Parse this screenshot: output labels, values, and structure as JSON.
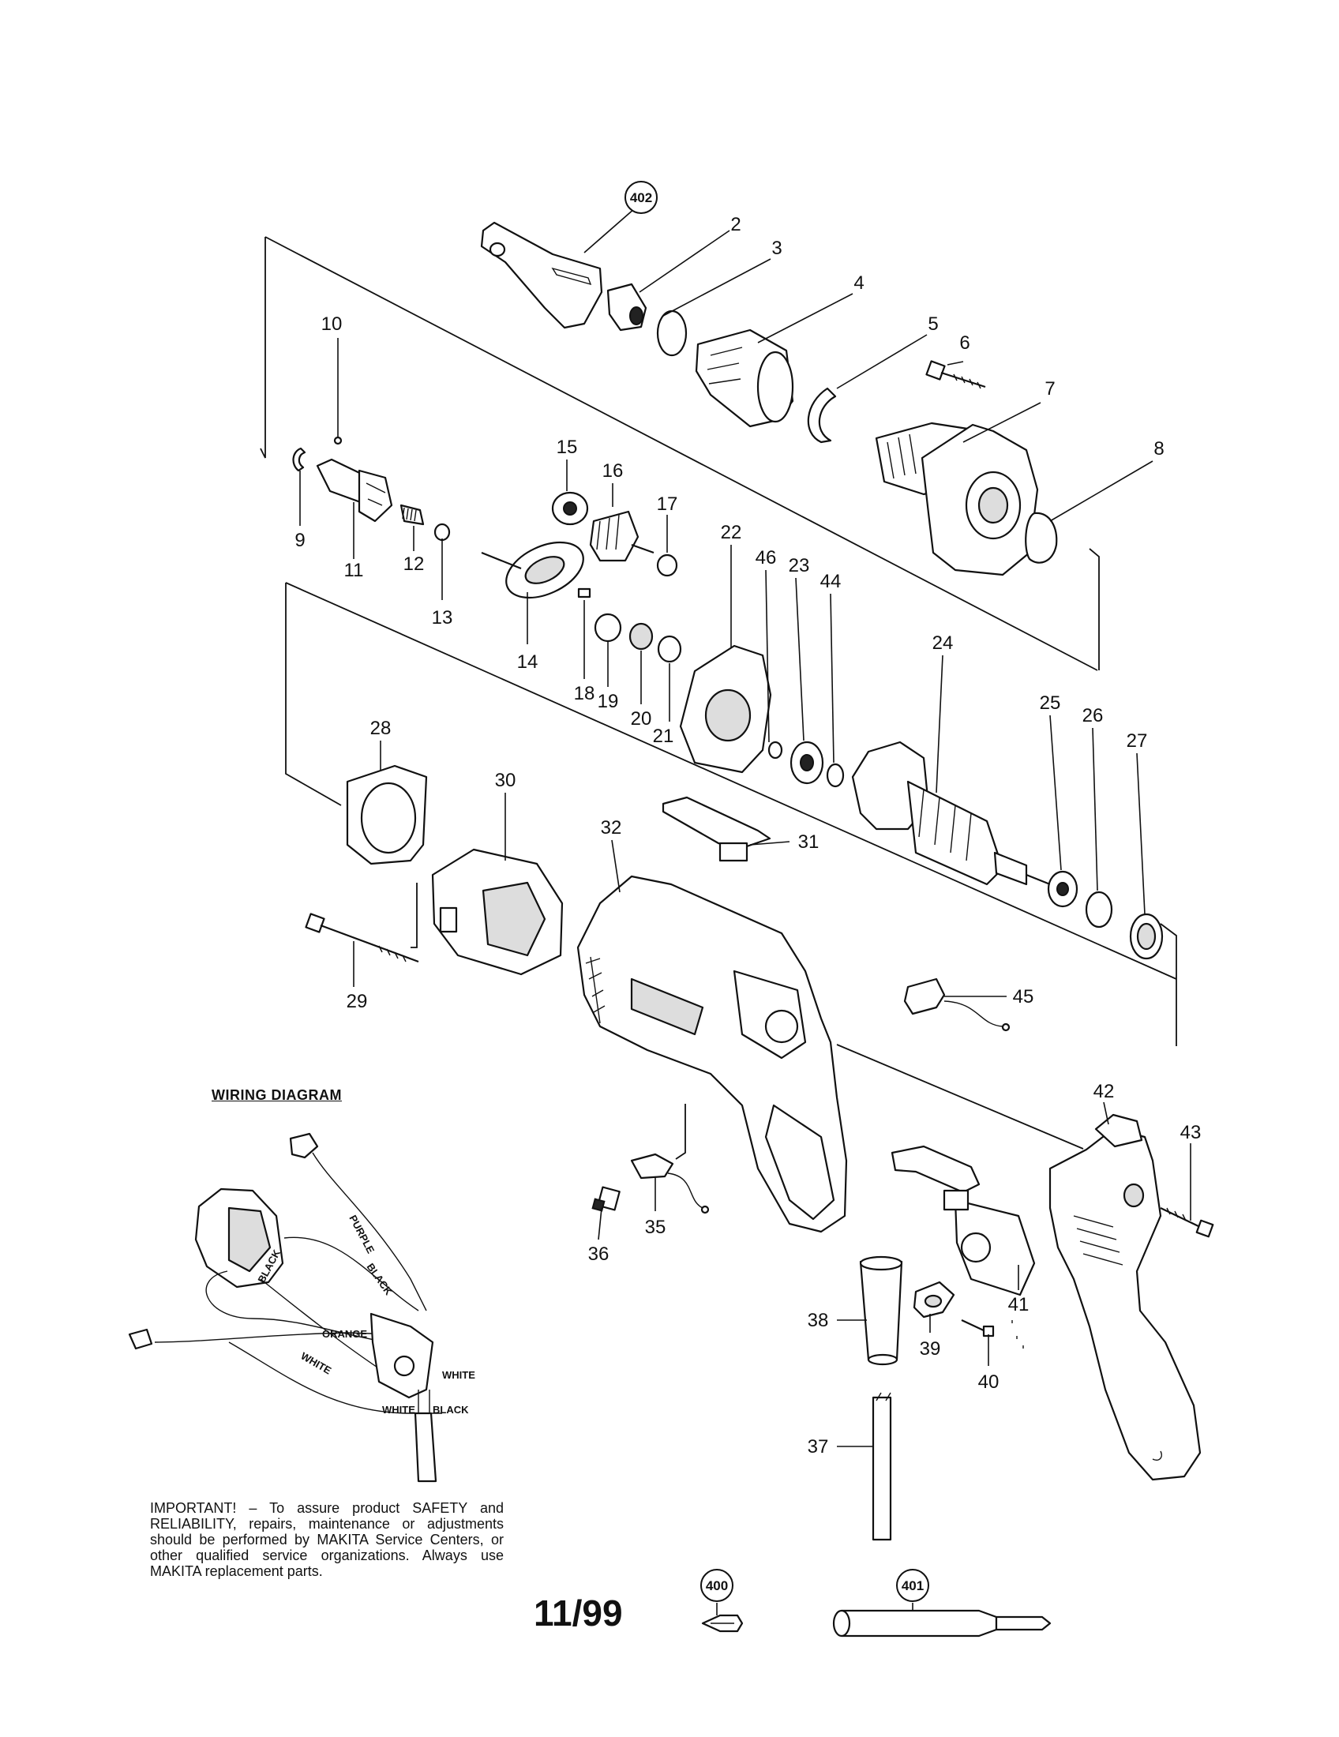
{
  "wiring_diagram": {
    "title": "WIRING DIAGRAM",
    "wire_labels": [
      "PURPLE",
      "BLACK",
      "BLACK",
      "ORANGE",
      "WHITE",
      "WHITE",
      "WHITE",
      "BLACK"
    ]
  },
  "notice": "IMPORTANT! – To assure product SAFETY and RELIABILITY, repairs, maintenance or adjustments should be performed by MAKITA Service Centers, or other qualified service organizations. Always use MAKITA replacement parts.",
  "date_code": "11/99",
  "part_numbers": [
    "402",
    "2",
    "3",
    "4",
    "5",
    "6",
    "7",
    "8",
    "9",
    "10",
    "11",
    "12",
    "13",
    "14",
    "15",
    "16",
    "17",
    "18",
    "19",
    "20",
    "21",
    "22",
    "23",
    "24",
    "25",
    "26",
    "27",
    "28",
    "29",
    "30",
    "31",
    "32",
    "35",
    "36",
    "37",
    "38",
    "39",
    "40",
    "41",
    "42",
    "43",
    "44",
    "45",
    "46",
    "400",
    "401"
  ],
  "circled_part_numbers": [
    "402",
    "400",
    "401"
  ]
}
